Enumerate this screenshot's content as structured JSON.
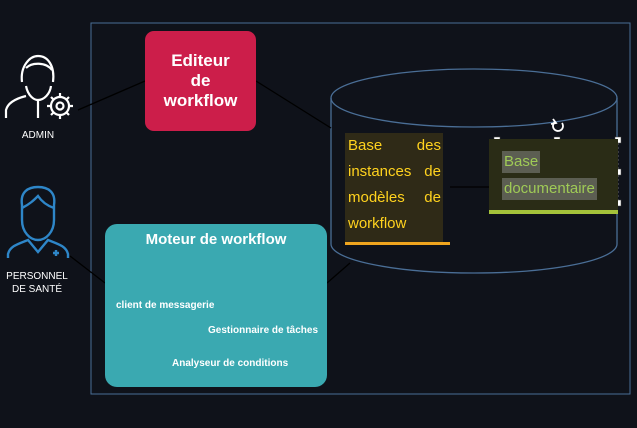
{
  "actors": {
    "admin": {
      "label": "ADMIN"
    },
    "staff": {
      "label_line1": "PERSONNEL",
      "label_line2": "DE SANTÉ"
    }
  },
  "editor": {
    "line1": "Editeur",
    "line2": "de",
    "line3": "workflow"
  },
  "engine": {
    "title": "Moteur de workflow",
    "mail_label": "client de messagerie",
    "tasks_label": "Gestionnaire de tâches",
    "rules_label": "Analyseur de conditions"
  },
  "database": {
    "instances_text": [
      "Base des",
      "instances de",
      "modèles de",
      "workflow"
    ],
    "document_text": [
      "Base",
      "documentaire"
    ]
  },
  "colors": {
    "background": "#0f121a",
    "editor": "#cc1e4a",
    "engine": "#3aa9b1",
    "actor_icon": "#2e86c8",
    "instances_text": "#ffd21e",
    "document_text": "#9fca56"
  }
}
